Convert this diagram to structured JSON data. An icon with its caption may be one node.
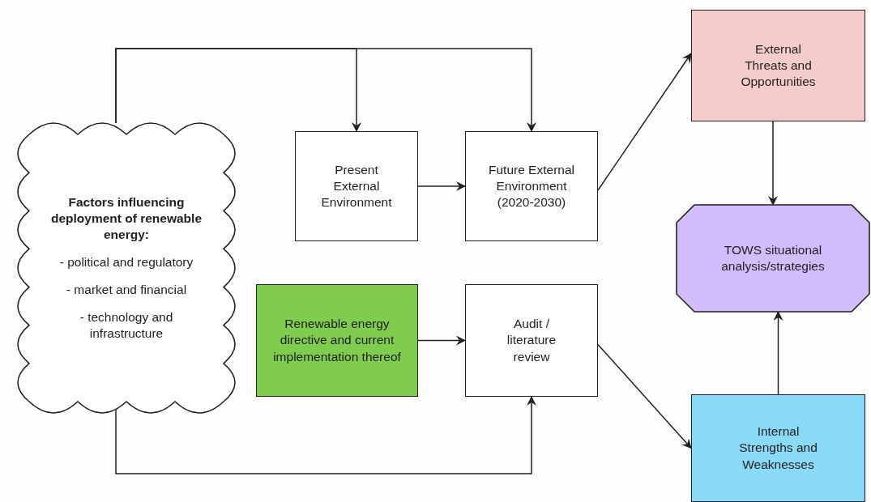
{
  "diagram": {
    "nodes": [
      {
        "text": [
          "Factors influencing deployment of renewable energy:",
          "- political and regulatory",
          "- market and financial",
          "- technology and infrastructure"
        ]
      },
      {
        "text": [
          "Present External Environment"
        ]
      },
      {
        "text": [
          "Future External Environment (2020-2030)"
        ]
      },
      {
        "text": [
          "External Threats and Opportunities"
        ]
      },
      {
        "text": [
          "TOWS situational analysis/strategies"
        ]
      },
      {
        "text": [
          "Renewable energy directive and current implementation thereof"
        ]
      },
      {
        "text": [
          "Audit / literature review"
        ]
      },
      {
        "text": [
          "Internal Strengths and Weaknesses"
        ]
      }
    ],
    "edges": [
      {
        "from": 0,
        "to": 1,
        "arrow": "to"
      },
      {
        "from": 0,
        "to": 2,
        "arrow": "to"
      },
      {
        "from": 1,
        "to": 2,
        "arrow": "to"
      },
      {
        "from": 2,
        "to": 3,
        "arrow": "to"
      },
      {
        "from": 3,
        "to": 4,
        "arrow": "to"
      },
      {
        "from": 5,
        "to": 6,
        "arrow": "to"
      },
      {
        "from": 6,
        "to": 7,
        "arrow": "to"
      },
      {
        "from": 7,
        "to": 4,
        "arrow": "to"
      },
      {
        "from": 0,
        "to": 6,
        "arrow": "to"
      }
    ]
  }
}
